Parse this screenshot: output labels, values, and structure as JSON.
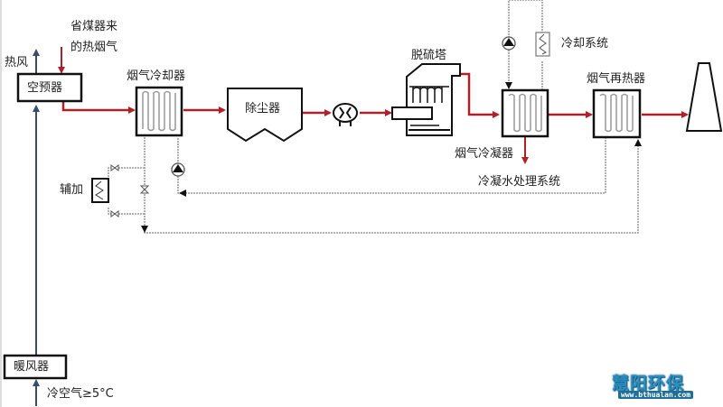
{
  "diagram": {
    "type": "process-flow",
    "subject": "flue gas cooling, desulfurization, condensation and reheating system",
    "colors": {
      "flue_gas_line": "#b0202a",
      "air_line": "#3a4e66",
      "water_line": "#888888",
      "equipment_stroke": "#111111",
      "watermark": "#2a8fc0"
    },
    "labels": {
      "economizer_flue_gas_line1": "省煤器来",
      "economizer_flue_gas_line2": "的热烟气",
      "hot_air": "热风",
      "air_preheater": "空预器",
      "flue_gas_cooler": "烟气冷却器",
      "dust_collector": "除尘器",
      "desulfurization_tower": "脱硫塔",
      "cooling_system": "冷却系统",
      "flue_gas_condenser": "烟气冷凝器",
      "condensate_treatment": "冷凝水处理系统",
      "flue_gas_reheater": "烟气再热器",
      "auxiliary": "辅加",
      "air_heater": "暖风器",
      "cold_air": "冷空气≥5°C"
    },
    "equipment": [
      {
        "id": "air-preheater",
        "label_key": "air_preheater"
      },
      {
        "id": "flue-gas-cooler",
        "label_key": "flue_gas_cooler"
      },
      {
        "id": "dust-collector",
        "label_key": "dust_collector"
      },
      {
        "id": "induced-draft-fan",
        "label_key": null
      },
      {
        "id": "desulfurization-tower",
        "label_key": "desulfurization_tower"
      },
      {
        "id": "flue-gas-condenser",
        "label_key": "flue_gas_condenser"
      },
      {
        "id": "cooling-system",
        "label_key": "cooling_system"
      },
      {
        "id": "flue-gas-reheater",
        "label_key": "flue_gas_reheater"
      },
      {
        "id": "chimney",
        "label_key": null
      },
      {
        "id": "auxiliary-heater",
        "label_key": "auxiliary"
      },
      {
        "id": "air-heater",
        "label_key": "air_heater"
      }
    ],
    "flows": [
      {
        "from": "economizer",
        "to": "air-preheater",
        "medium": "flue gas"
      },
      {
        "from": "air-preheater",
        "to": "flue-gas-cooler",
        "medium": "flue gas"
      },
      {
        "from": "flue-gas-cooler",
        "to": "dust-collector",
        "medium": "flue gas"
      },
      {
        "from": "dust-collector",
        "to": "induced-draft-fan",
        "medium": "flue gas"
      },
      {
        "from": "induced-draft-fan",
        "to": "desulfurization-tower",
        "medium": "flue gas"
      },
      {
        "from": "desulfurization-tower",
        "to": "flue-gas-condenser",
        "medium": "flue gas"
      },
      {
        "from": "flue-gas-condenser",
        "to": "flue-gas-reheater",
        "medium": "flue gas"
      },
      {
        "from": "flue-gas-reheater",
        "to": "chimney",
        "medium": "flue gas"
      },
      {
        "from": "flue-gas-condenser",
        "to": "condensate-treatment",
        "medium": "condensate"
      },
      {
        "from": "cold-air",
        "to": "air-heater",
        "medium": "air"
      },
      {
        "from": "air-heater",
        "to": "air-preheater",
        "medium": "air"
      },
      {
        "from": "air-preheater",
        "to": "hot-air",
        "medium": "air"
      },
      {
        "from": "flue-gas-reheater",
        "to": "flue-gas-cooler",
        "medium": "water loop"
      },
      {
        "from": "cooling-system",
        "to": "flue-gas-condenser",
        "medium": "cooling water"
      }
    ]
  },
  "watermark": {
    "brand": "慧阳环保",
    "url": "www.bthualan.com"
  }
}
